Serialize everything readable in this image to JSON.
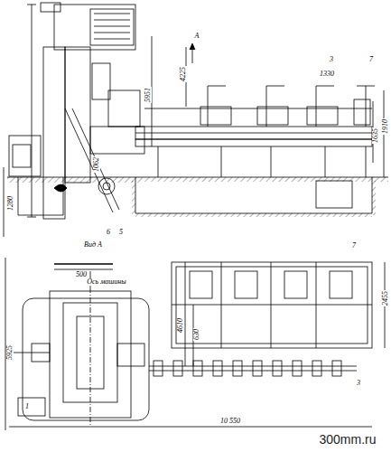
{
  "diagram": {
    "labels": [
      "А",
      "4225",
      "5951",
      "3",
      "1330",
      "7",
      "1635",
      "1910",
      "1280",
      "1062",
      "6",
      "5",
      "Вид А",
      "500",
      "Ось машины",
      "5925",
      "4610",
      "630",
      "2455",
      "7",
      "3",
      "1",
      "10 550",
      "300mm.ru"
    ]
  }
}
